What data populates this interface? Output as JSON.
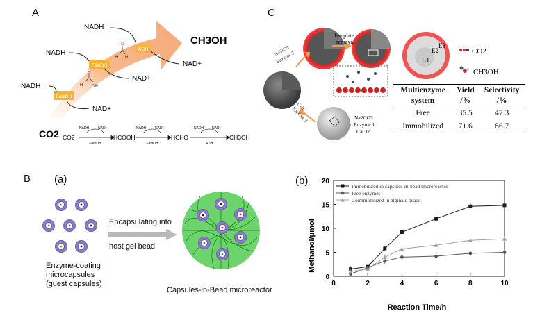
{
  "panel_a": {
    "letter": "A",
    "product": "CH3OH",
    "nadh": "NADH",
    "nad": "NAD+",
    "co2": "CO2",
    "enzymes": [
      "FateDH",
      "FaldDH",
      "ADH"
    ],
    "eq_co2": "CO2",
    "eq_hcooh": "HCOOH",
    "eq_hcho": "HCHO",
    "eq_ch3oh": "CH3OH"
  },
  "panel_b": {
    "letter": "B",
    "sub_a": "(a)",
    "sub_b": "(b)",
    "encapsulating": "Encapsulating into",
    "host_gel": "host gel bead",
    "guest_caption": [
      "Enzyme-coating",
      "microcapsules",
      "(guest capsules)"
    ],
    "bead_caption": "Capsules-in-Bead microreactor"
  },
  "panel_c": {
    "letter": "C",
    "template_removal": [
      "Template",
      "removal"
    ],
    "nasio3": "NaSiO3",
    "enzyme3": "Enzyme 3",
    "gelc": "GelC",
    "enzyme2": "Enzyme 2",
    "na2co3": "Na2CO3",
    "enzyme1": "Enzyme 1",
    "cacl2": "CaCl2",
    "co2": "CO2",
    "ch3oh": "CH3OH",
    "e1": "E1",
    "e2": "E2",
    "e3": "E3",
    "table": {
      "headers": [
        [
          "Multienzyme",
          "system"
        ],
        [
          "Yield",
          "/%"
        ],
        [
          "Selectivity",
          "/%"
        ]
      ],
      "rows": [
        [
          "Free",
          "35.5",
          "47.3"
        ],
        [
          "Immobilized",
          "71.6",
          "86.7"
        ]
      ]
    }
  },
  "chart_data": {
    "type": "line",
    "xlabel": "Reaction Time/h",
    "ylabel": "Methanol/μmol",
    "xlim": [
      0,
      10
    ],
    "ylim": [
      0,
      20
    ],
    "xticks": [
      0,
      2,
      4,
      6,
      8,
      10
    ],
    "yticks": [
      0,
      5,
      10,
      15,
      20
    ],
    "legend_position": "top-left",
    "series": [
      {
        "name": "Immobilized in capsules-in-bead microreactor",
        "marker": "square",
        "color": "#1a1a1a",
        "x": [
          1,
          2,
          3,
          4,
          6,
          8,
          10
        ],
        "y": [
          1.5,
          2.0,
          5.8,
          9.2,
          12.0,
          14.6,
          14.8
        ]
      },
      {
        "name": "Free enzymes",
        "marker": "circle",
        "color": "#555555",
        "x": [
          1,
          2,
          3,
          4,
          6,
          8,
          10
        ],
        "y": [
          0.5,
          1.8,
          3.2,
          4.0,
          4.2,
          4.8,
          5.0
        ]
      },
      {
        "name": "Coimmobilized in alginate beads",
        "marker": "triangle",
        "color": "#a0a0a0",
        "x": [
          1,
          2,
          3,
          4,
          6,
          8,
          10
        ],
        "y": [
          1.0,
          1.5,
          4.0,
          5.7,
          6.5,
          7.5,
          7.8
        ]
      }
    ]
  }
}
